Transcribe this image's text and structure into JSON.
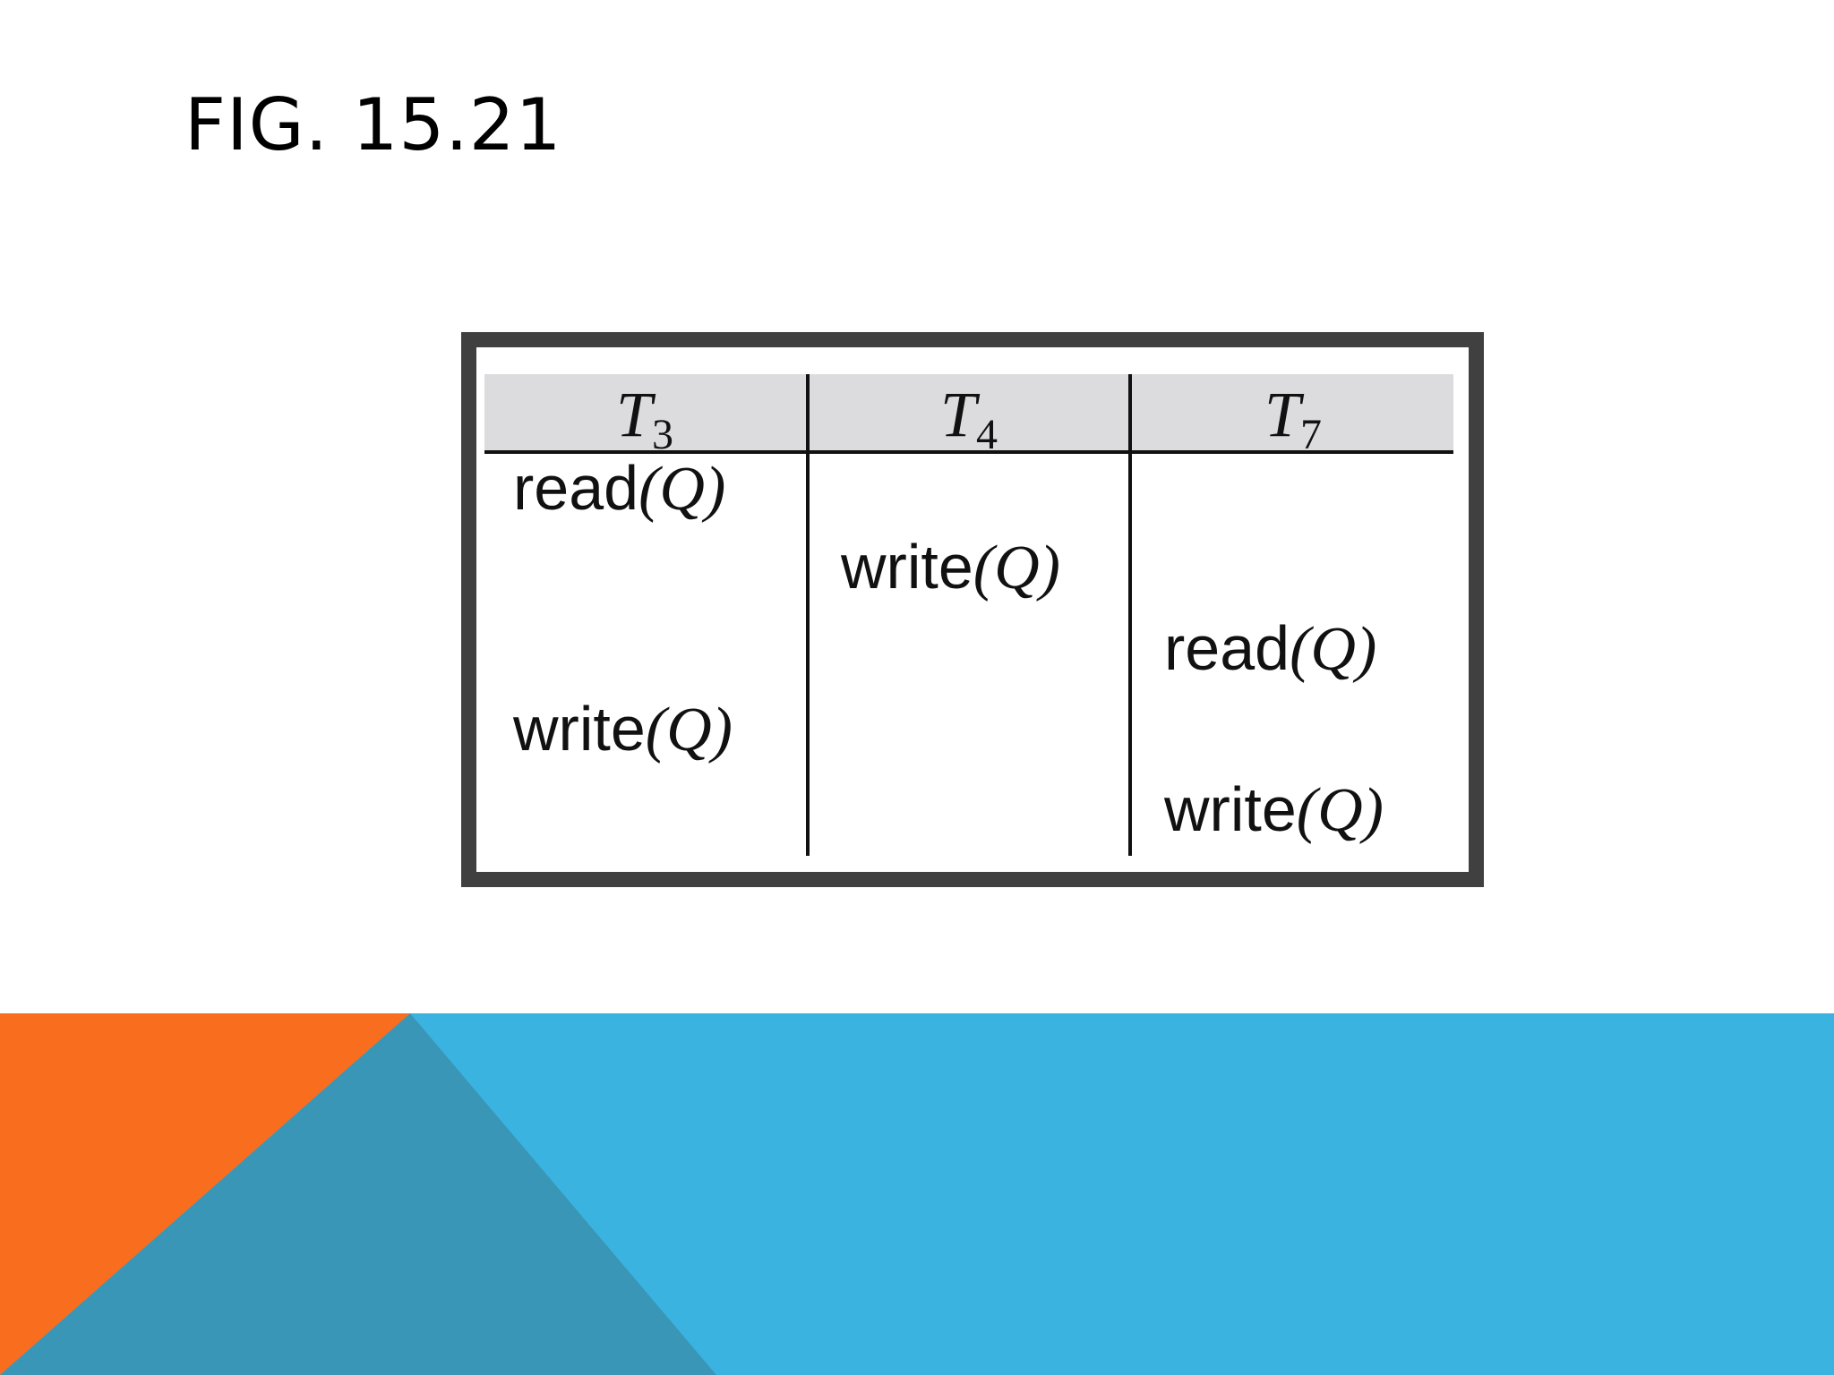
{
  "slide": {
    "title": "FIG. 15.21"
  },
  "schedule": {
    "columns": [
      {
        "name": "T",
        "sub": "3"
      },
      {
        "name": "T",
        "sub": "4"
      },
      {
        "name": "T",
        "sub": "7"
      }
    ],
    "operations": [
      {
        "column": 0,
        "op": "read",
        "var": "Q"
      },
      {
        "column": 1,
        "op": "write",
        "var": "Q"
      },
      {
        "column": 2,
        "op": "read",
        "var": "Q"
      },
      {
        "column": 0,
        "op": "write",
        "var": "Q"
      },
      {
        "column": 2,
        "op": "write",
        "var": "Q"
      }
    ]
  },
  "colors": {
    "frame": "#404040",
    "header_fill": "#dcdbdd",
    "band_blue": "#3bb3e0",
    "band_teal": "#3a96b7",
    "band_orange": "#f96d1e"
  }
}
